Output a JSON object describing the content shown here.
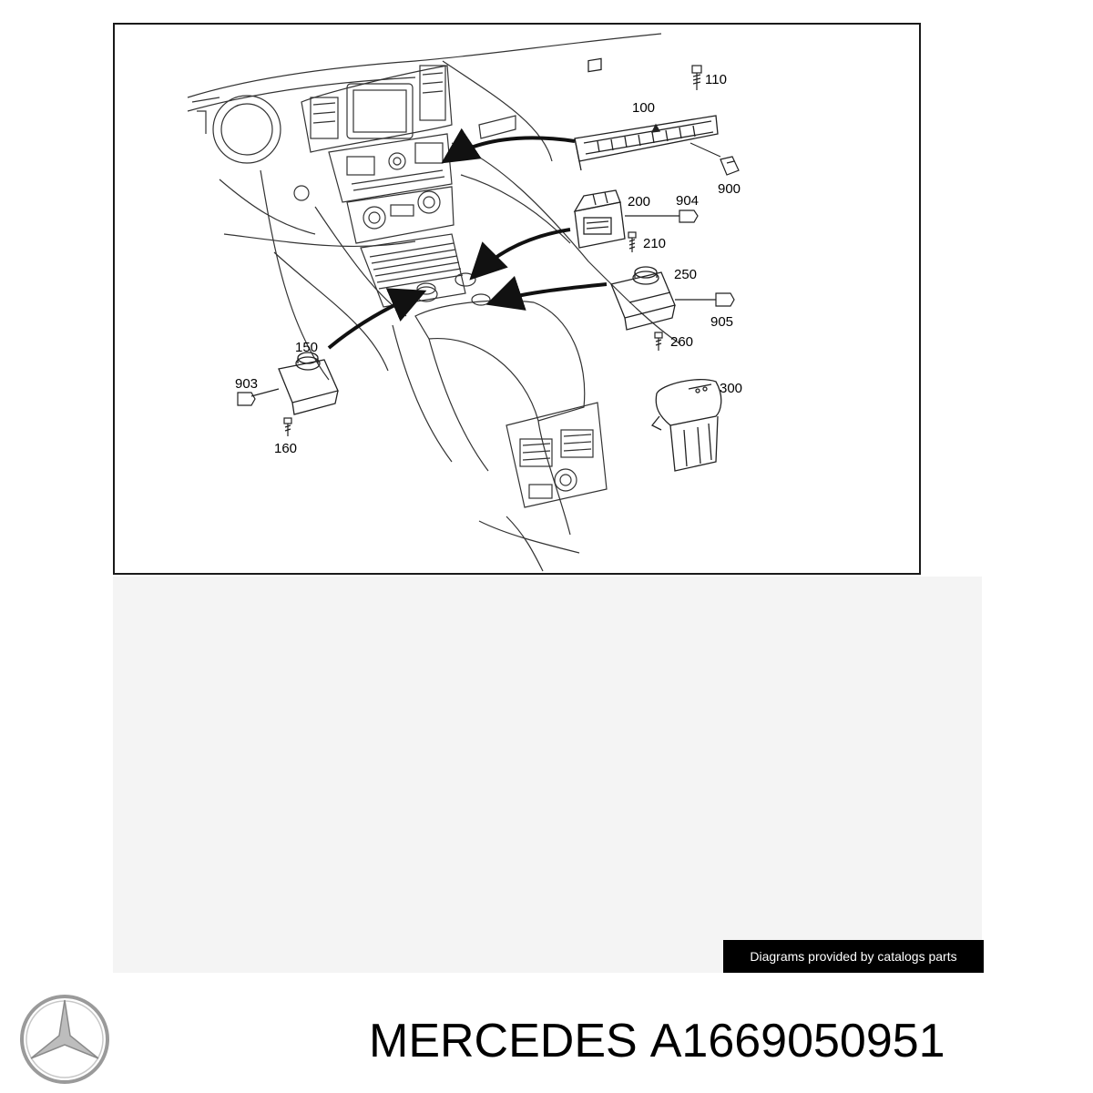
{
  "diagram": {
    "callouts": {
      "c110": "110",
      "c100": "100",
      "c900": "900",
      "c200": "200",
      "c904": "904",
      "c210": "210",
      "c250": "250",
      "c905": "905",
      "c260": "260",
      "c150": "150",
      "c903": "903",
      "c160": "160",
      "c300": "300"
    }
  },
  "credit": {
    "text": "Diagrams provided by catalogs parts"
  },
  "footer": {
    "brand": "MERCEDES",
    "part_number": "A1669050951"
  },
  "colors": {
    "line": "#333333",
    "credit_bg": "#000000",
    "shade": "#f4f4f4"
  }
}
